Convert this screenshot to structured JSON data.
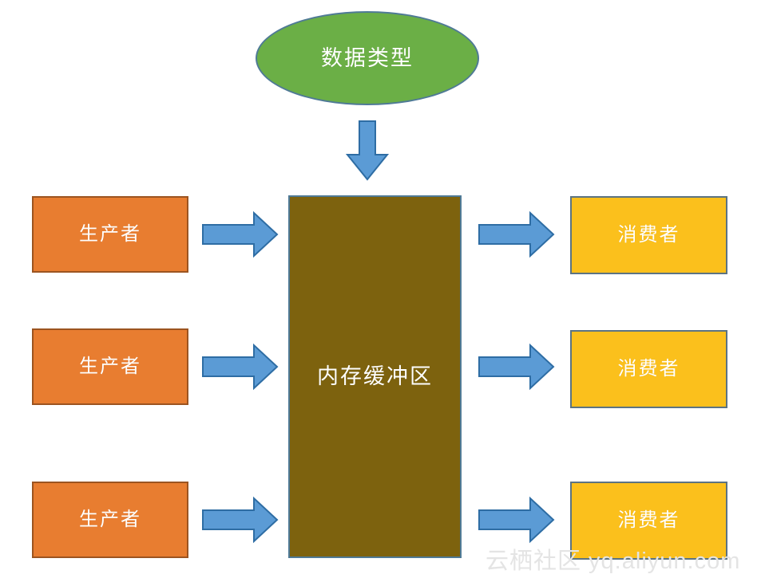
{
  "diagram": {
    "title_node": {
      "label": "数据类型",
      "shape": "ellipse",
      "fill": "#6BAF46",
      "border": "#4F7A96",
      "text_color": "#FFFFFF"
    },
    "buffer_node": {
      "label": "内存缓冲区",
      "shape": "rectangle",
      "fill": "#7D620E",
      "border": "#4F7A96",
      "text_color": "#FFFFFF"
    },
    "producers": [
      {
        "label": "生产者"
      },
      {
        "label": "生产者"
      },
      {
        "label": "生产者"
      }
    ],
    "consumers": [
      {
        "label": "消费者"
      },
      {
        "label": "消费者"
      },
      {
        "label": "消费者"
      }
    ],
    "producer_style": {
      "fill": "#E87D30",
      "border": "#9C5420",
      "text_color": "#FFFFFF"
    },
    "consumer_style": {
      "fill": "#FBC01C",
      "border": "#5C7382",
      "text_color": "#FFFFFF"
    },
    "arrow_style": {
      "fill": "#5B9BD5",
      "border": "#2E6DA4"
    },
    "arrows": [
      {
        "name": "data-type-to-buffer",
        "direction": "down"
      },
      {
        "name": "producer-1-to-buffer",
        "direction": "right"
      },
      {
        "name": "producer-2-to-buffer",
        "direction": "right"
      },
      {
        "name": "producer-3-to-buffer",
        "direction": "right"
      },
      {
        "name": "buffer-to-consumer-1",
        "direction": "right"
      },
      {
        "name": "buffer-to-consumer-2",
        "direction": "right"
      },
      {
        "name": "buffer-to-consumer-3",
        "direction": "right"
      }
    ]
  },
  "watermark": {
    "text": "云栖社区 yq.aliyun.com",
    "color": "#E4E4E4"
  }
}
